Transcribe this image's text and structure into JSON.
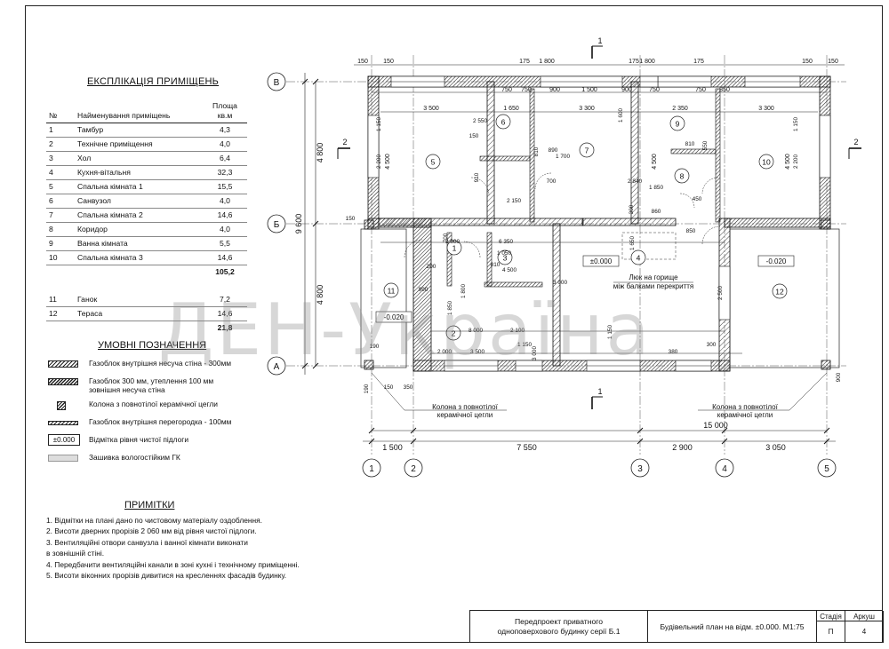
{
  "explication": {
    "title": "ЕКСПЛІКАЦІЯ ПРИМІЩЕНЬ",
    "header_no": "№",
    "header_name": "Найменування приміщень",
    "header_area": "Площа кв.м",
    "rooms": [
      {
        "no": "1",
        "name": "Тамбур",
        "area": "4,3"
      },
      {
        "no": "2",
        "name": "Технічне приміщення",
        "area": "4,0"
      },
      {
        "no": "3",
        "name": "Хол",
        "area": "6,4"
      },
      {
        "no": "4",
        "name": "Кухня-вітальня",
        "area": "32,3"
      },
      {
        "no": "5",
        "name": "Спальна кімната 1",
        "area": "15,5"
      },
      {
        "no": "6",
        "name": "Санвузол",
        "area": "4,0"
      },
      {
        "no": "7",
        "name": "Спальна кімната 2",
        "area": "14,6"
      },
      {
        "no": "8",
        "name": "Коридор",
        "area": "4,0"
      },
      {
        "no": "9",
        "name": "Ванна кімната",
        "area": "5,5"
      },
      {
        "no": "10",
        "name": "Спальна кімната 3",
        "area": "14,6"
      }
    ],
    "total_1": "105,2",
    "outdoor": [
      {
        "no": "11",
        "name": "Ганок",
        "area": "7,2"
      },
      {
        "no": "12",
        "name": "Тераса",
        "area": "14,6"
      }
    ],
    "total_2": "21,8"
  },
  "legend": {
    "title": "УМОВНІ ПОЗНАЧЕННЯ",
    "items": [
      {
        "type": "hatch",
        "text": "Газоблок внутрішня несуча стіна - 300мм"
      },
      {
        "type": "dense",
        "text": "Газоблок 300 мм, утеплення 100 мм\nзовнішня несуча стіна"
      },
      {
        "type": "col",
        "text": "Колона з повнотілої керамічної цегли"
      },
      {
        "type": "part",
        "text": "Газоблок внутрішня перегородка - 100мм"
      },
      {
        "type": "level",
        "sw": "±0.000",
        "text": "Відмітка рівня чистої підлоги"
      },
      {
        "type": "gk",
        "text": "Зашивка вологостійким ГК"
      }
    ]
  },
  "notes": {
    "title": "ПРИМІТКИ",
    "items": [
      "1. Відмітки на плані дано по чистовому матеріалу оздоблення.",
      "2. Висоти дверних прорізів 2 060 мм від рівня чистої підлоги.",
      "3. Вентиляційні отвори санвузла і ванної кімнати виконати",
      "в зовнішній стіні.",
      "4. Передбачити вентиляційні канали в зоні кухні і технічному приміщенні.",
      "5. Висоти віконних прорізів дивитися на кресленнях фасадів будинку."
    ]
  },
  "title_block": {
    "project": "Передпроект приватного\nодноповерхового будинку серії Б.1",
    "sheet_title": "Будівельний план на відм. ±0.000. М1:75",
    "stage_label": "Стадія",
    "sheet_label": "Аркуш",
    "stage": "П",
    "sheet": "4"
  },
  "watermark": "ДЕН-Україна",
  "plan": {
    "axis_letters": [
      "В",
      "Б",
      "А"
    ],
    "axis_numbers": [
      "1",
      "2",
      "3",
      "4",
      "5"
    ],
    "bottom_dims": [
      "1 500",
      "7 550",
      "2 900",
      "3 050"
    ],
    "overall_dim": "15 000",
    "left_dims": [
      "4 800",
      "4 800"
    ],
    "left_overall": "9 600",
    "room_numbers": [
      "1",
      "2",
      "3",
      "4",
      "5",
      "6",
      "7",
      "8",
      "9",
      "10",
      "11",
      "12"
    ],
    "levels": [
      "±0.000",
      "-0.020",
      "-0.020"
    ],
    "section_marks": [
      "1",
      "1",
      "2",
      "2"
    ],
    "notes_on_plan": {
      "hatch": "Люк на горище\nміж балками перекриття",
      "column_left": "Колона з повнотілої\nкерамічної цегли",
      "column_right": "Колона з повнотілої\nкерамічної цегли"
    },
    "dims": {
      "top_row": [
        "150",
        "150",
        "175",
        "1 800",
        "175",
        "1 800",
        "175",
        "150",
        "150"
      ],
      "top_inner": [
        "750",
        "750",
        "900",
        "1 500",
        "900",
        "750",
        "750",
        "850"
      ],
      "room_widths": [
        "3 500",
        "1 650",
        "3 300",
        "2 350",
        "3 300"
      ],
      "room_heights": [
        "4 500",
        "4 500",
        "4 500"
      ],
      "misc": [
        "2 200",
        "1 150",
        "2 550",
        "150",
        "810",
        "890",
        "2 150",
        "910",
        "700",
        "1 700",
        "1 600",
        "2 840",
        "810",
        "550",
        "1 850",
        "860",
        "300",
        "450",
        "850",
        "2 200",
        "1 150",
        "150",
        "700",
        "2 000",
        "6 350",
        "1 650",
        "1 050",
        "200",
        "1 850",
        "810",
        "990",
        "1 800",
        "4 500",
        "3 000",
        "2 500",
        "2 100",
        "8 000",
        "1 150",
        "2 000",
        "3 500",
        "3 000",
        "380",
        "190",
        "190",
        "150",
        "350",
        "900",
        "300",
        "1 150"
      ]
    }
  }
}
